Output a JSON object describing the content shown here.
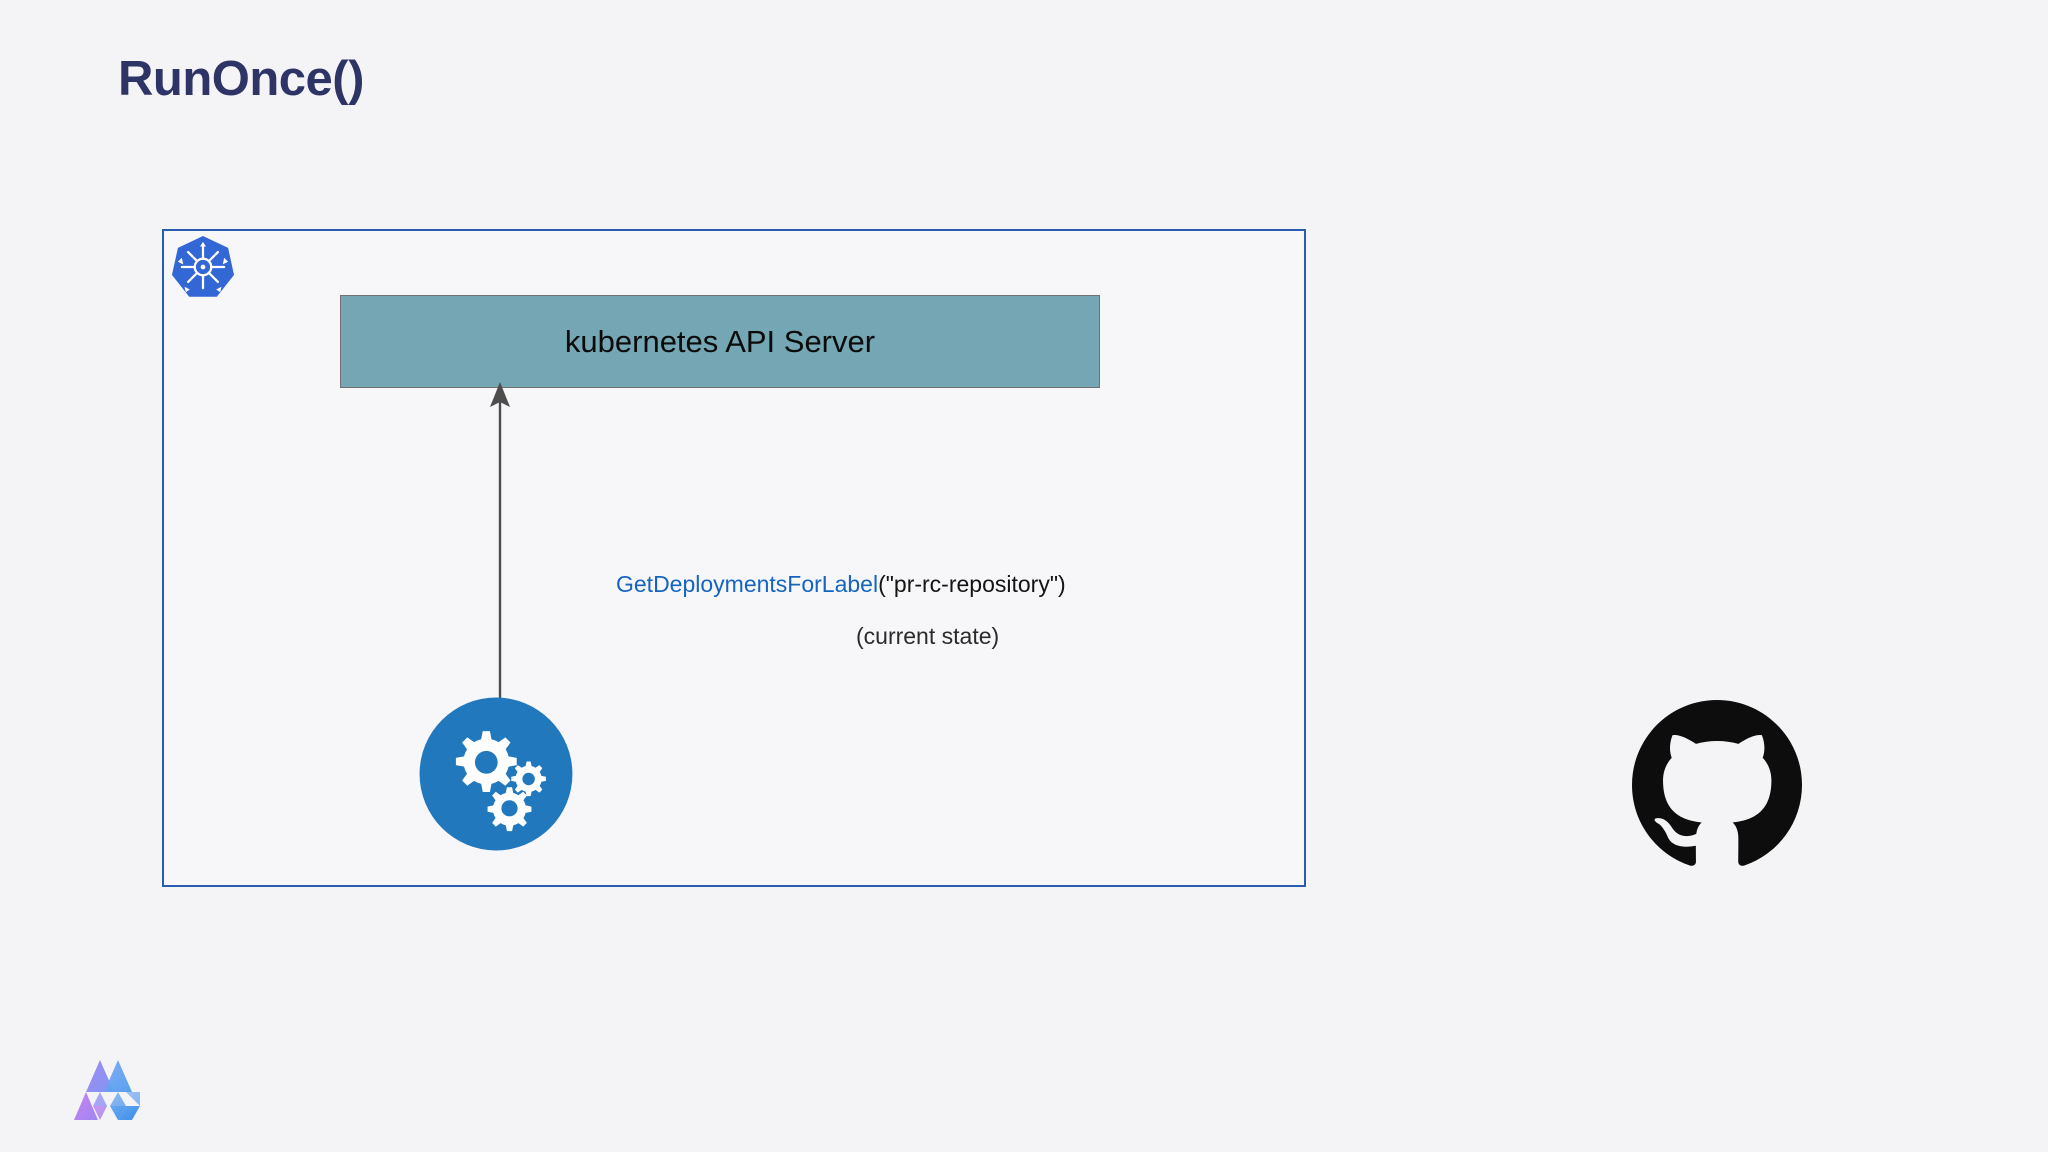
{
  "slide": {
    "title": "RunOnce()",
    "background_color": "#f4f4f7",
    "title_color": "#2e3566"
  },
  "cluster": {
    "name": "kubernetes-cluster",
    "border_color": "#2a5db0",
    "fill_color": "#f7f7f9",
    "platform_icon": "kubernetes-icon"
  },
  "nodes": {
    "api_server": {
      "label": "kubernetes API Server",
      "fill_color": "#74a6b4",
      "border_color": "#707070",
      "text_color": "#0b0b0b"
    },
    "controller": {
      "icon": "gears-icon",
      "fill_color": "#2178bd",
      "glyph_color": "#ffffff"
    }
  },
  "edges": {
    "controller_to_api_server": {
      "direction": "up",
      "color": "#4d4d4d",
      "call_function": "GetDeploymentsForLabel",
      "call_arguments": "(\"pr-rc-repository\")",
      "call_note": "(current state)",
      "function_color": "#1565c0",
      "arguments_color": "#141414"
    }
  },
  "external": {
    "github": {
      "icon": "github-icon",
      "color": "#0d0d0d"
    }
  },
  "brand": {
    "icon": "m-triangles-logo",
    "colors": [
      "#b06ae8",
      "#8a7cf0",
      "#5aa2f0",
      "#2f86e8"
    ]
  }
}
